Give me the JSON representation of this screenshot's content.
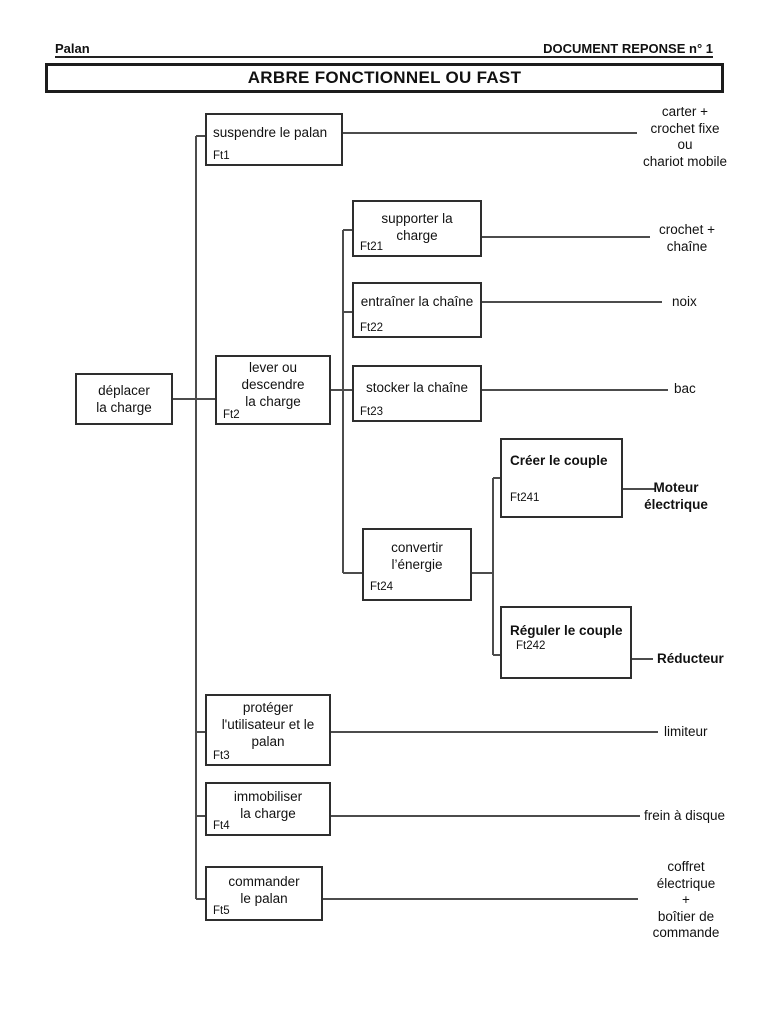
{
  "header": {
    "left": "Palan",
    "right": "DOCUMENT REPONSE n° 1"
  },
  "title": "ARBRE FONCTIONNEL OU FAST",
  "colors": {
    "ink": "#111111",
    "line": "#4c4c4c"
  },
  "diagram": {
    "root": {
      "label": "déplacer\nla charge"
    },
    "ft1": {
      "label": "suspendre le palan",
      "code": "Ft1",
      "output": "carter +\ncrochet fixe\nou\nchariot mobile"
    },
    "ft2": {
      "label": "lever ou\ndescendre\nla charge",
      "code": "Ft2"
    },
    "ft21": {
      "label": "supporter la\ncharge",
      "code": "Ft21",
      "output": "crochet +\nchaîne"
    },
    "ft22": {
      "label": "entraîner la chaîne",
      "code": "Ft22",
      "output": "noix"
    },
    "ft23": {
      "label": "stocker la chaîne",
      "code": "Ft23",
      "output": "bac"
    },
    "ft24": {
      "label": "convertir\nl’énergie",
      "code": "Ft24"
    },
    "ft241": {
      "label": "Créer le couple",
      "code": "Ft241",
      "output": "Moteur\nélectrique"
    },
    "ft242": {
      "label": "Réguler le couple",
      "code": "Ft242",
      "output": "Réducteur"
    },
    "ft3": {
      "label": "protéger\nl'utilisateur et le\npalan",
      "code": "Ft3",
      "output": "limiteur"
    },
    "ft4": {
      "label": "immobiliser\nla charge",
      "code": "Ft4",
      "output": "frein à disque"
    },
    "ft5": {
      "label": "commander\nle palan",
      "code": "Ft5",
      "output": "coffret\nélectrique\n+\nboîtier de\ncommande"
    }
  }
}
